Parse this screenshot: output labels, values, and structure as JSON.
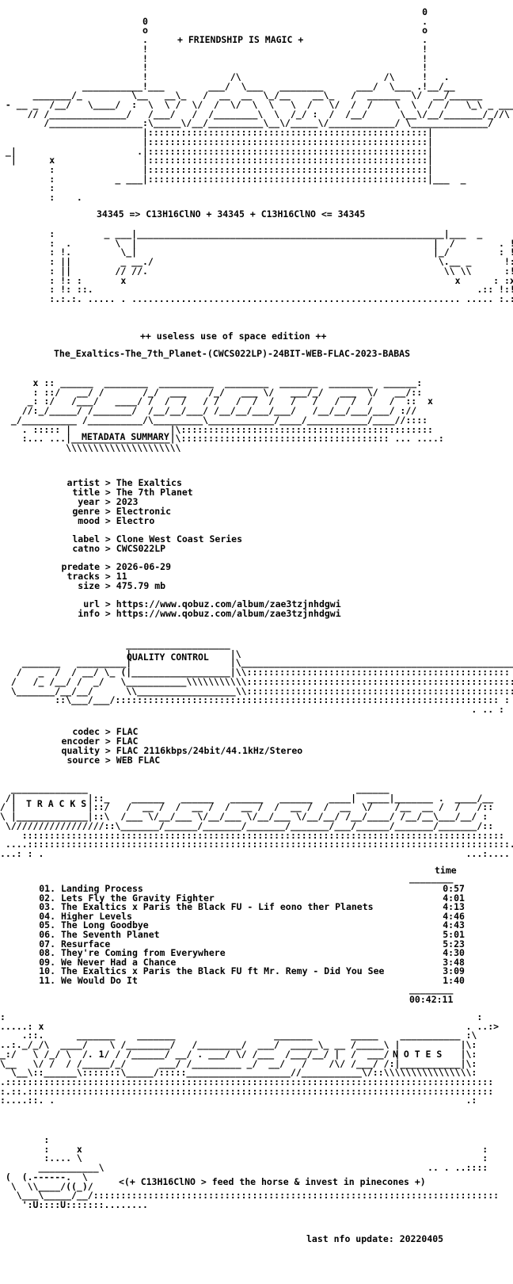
{
  "header": {
    "tagline": "+ FRIENDSHIP IS MAGIC +",
    "formula": "34345 => C13H16ClNO + 34345 + C13H16ClNO <= 34345",
    "edition": "++ useless use of space edition ++",
    "release": "The_Exaltics-The_7th_Planet-(CWCS022LP)-24BIT-WEB-FLAC-2023-BABAS"
  },
  "sections": {
    "metadata": "METADATA SUMMARY",
    "quality": "QUALITY CONTROL",
    "tracks": "T R A C K S",
    "notes": "N O T E S"
  },
  "metadata": [
    {
      "key": "artist",
      "value": "The Exaltics"
    },
    {
      "key": "title",
      "value": "The 7th Planet"
    },
    {
      "key": "year",
      "value": "2023"
    },
    {
      "key": "genre",
      "value": "Electronic"
    },
    {
      "key": "mood",
      "value": "Electro"
    },
    {
      "key": "label",
      "value": "Clone West Coast Series"
    },
    {
      "key": "catno",
      "value": "CWCS022LP"
    },
    {
      "key": "predate",
      "value": "2026-06-29"
    },
    {
      "key": "tracks",
      "value": "11"
    },
    {
      "key": "size",
      "value": "475.79 mb"
    },
    {
      "key": "url",
      "value": "https://www.qobuz.com/album/zae3tzjnhdgwi"
    },
    {
      "key": "info",
      "value": "https://www.qobuz.com/album/zae3tzjnhdgwi"
    }
  ],
  "quality": [
    {
      "key": "codec",
      "value": "FLAC"
    },
    {
      "key": "encoder",
      "value": "FLAC"
    },
    {
      "key": "quality",
      "value": "FLAC 2116kbps/24bit/44.1kHz/Stereo"
    },
    {
      "key": "source",
      "value": "WEB FLAC"
    }
  ],
  "tracklist": {
    "time_header": "time",
    "total": "00:42:11",
    "tracks": [
      {
        "num": "01.",
        "title": "Landing Process",
        "time": "0:57"
      },
      {
        "num": "02.",
        "title": "Lets Fly the Gravity Fighter",
        "time": "4:01"
      },
      {
        "num": "03.",
        "title": "The Exaltics x Paris the Black FU - Lif eono ther Planets",
        "time": "4:13"
      },
      {
        "num": "04.",
        "title": "Higher Levels",
        "time": "4:46"
      },
      {
        "num": "05.",
        "title": "The Long Goodbye",
        "time": "4:43"
      },
      {
        "num": "06.",
        "title": "The Seventh Planet",
        "time": "5:01"
      },
      {
        "num": "07.",
        "title": "Resurface",
        "time": "5:23"
      },
      {
        "num": "08.",
        "title": "They're Coming from Everywhere",
        "time": "4:30"
      },
      {
        "num": "09.",
        "title": "We Never Had a Chance",
        "time": "3:48"
      },
      {
        "num": "10.",
        "title": "The Exaltics x Paris the Black FU ft Mr. Remy - Did You See",
        "time": "3:09"
      },
      {
        "num": "11.",
        "title": "We Would Do It",
        "time": "1:40"
      }
    ]
  },
  "footer": {
    "slogan": "<(+ C13H16ClNO > feed the horse & invest in pinecones +)",
    "update": "last nfo update: 20220405"
  }
}
